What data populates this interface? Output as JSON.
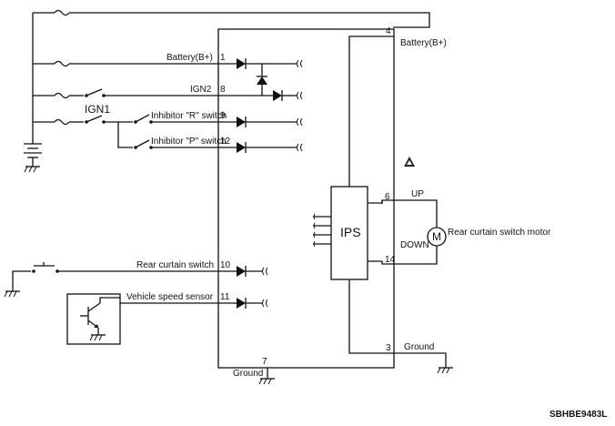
{
  "labels": {
    "battery_pin1": "Battery(B+)",
    "battery_pin4": "Battery(B+)",
    "ign2": "IGN2",
    "ign1": "IGN1",
    "inhibitor_r": "Inhibitor \"R\" switch",
    "inhibitor_p": "Inhibitor \"P\" switch",
    "rear_curtain_switch": "Rear curtain switch",
    "vehicle_speed_sensor": "Vehicle speed sensor",
    "ground_pin7": "Ground",
    "ground_pin3": "Ground",
    "ips": "IPS",
    "up": "UP",
    "down": "DOWN",
    "motor_symbol": "M",
    "motor_label": "Rear curtain switch motor",
    "figure_code": "SBHBE9483L"
  },
  "pins": {
    "p1": "1",
    "p8": "8",
    "p9": "9",
    "p12": "12",
    "p10": "10",
    "p11": "11",
    "p4": "4",
    "p6": "6",
    "p14": "14",
    "p3": "3",
    "p7": "7"
  }
}
